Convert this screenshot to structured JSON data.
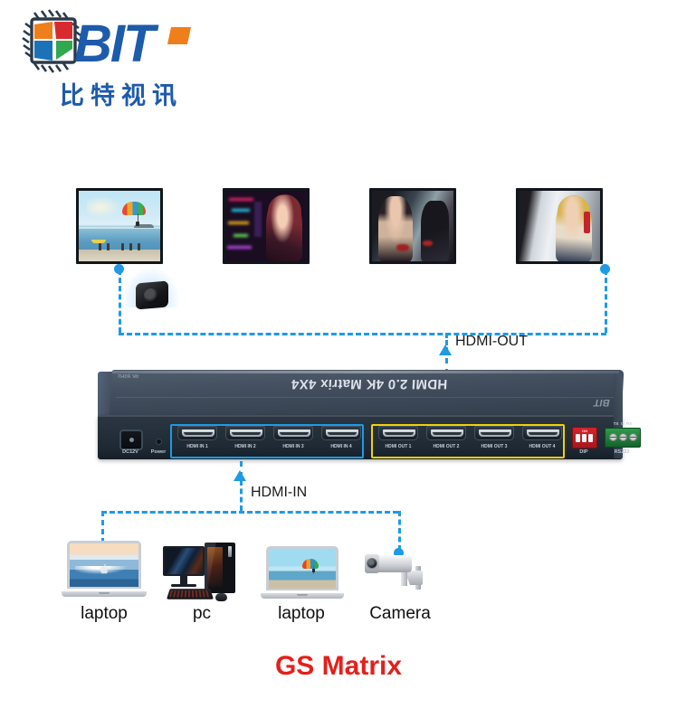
{
  "brand": {
    "logo_text": "BIT",
    "logo_chinese": "比特视讯",
    "chip_colors": [
      "#d8292f",
      "#ef7f1a",
      "#2fa84f",
      "#1d71b8"
    ],
    "accent_blue": "#1d5bab",
    "accent_orange": "#ef7f1a"
  },
  "title": "GS Matrix",
  "title_color": "#e4201b",
  "flow": {
    "out_label": "HDMI-OUT",
    "in_label": "HDMI-IN",
    "line_color": "#1e9ae6"
  },
  "displays": [
    {
      "name": "display-1",
      "scene": "beach-parasail"
    },
    {
      "name": "display-2",
      "scene": "neon-street-anime"
    },
    {
      "name": "display-3",
      "scene": "dark-anime-figure"
    },
    {
      "name": "display-4",
      "scene": "blonde-anime-figure"
    }
  ],
  "projector": {
    "name": "projector",
    "label": ""
  },
  "device": {
    "lid_title": "HDMI 2.0  4K Matrix 4X4",
    "lid_small": "4K 60Hz",
    "lid_logo": "BIT",
    "power": {
      "dc_label": "DC12V",
      "led_label": "Power"
    },
    "input_group": {
      "highlight_color": "#1e9ae6",
      "ports": [
        "HDMI IN 1",
        "HDMI IN 2",
        "HDMI IN 3",
        "HDMI IN 4"
      ]
    },
    "output_group": {
      "highlight_color": "#f2d008",
      "ports": [
        "HDMI OUT 1",
        "HDMI OUT 2",
        "HDMI OUT 3",
        "HDMI OUT 4"
      ]
    },
    "dip": {
      "label": "DIP",
      "on_text": "ON",
      "switches": [
        "1",
        "2",
        "3"
      ]
    },
    "rs232": {
      "label": "RS232",
      "pins": [
        "TX",
        "G",
        "RX"
      ]
    }
  },
  "sources": [
    {
      "name": "source-laptop-1",
      "label": "laptop",
      "type": "laptop"
    },
    {
      "name": "source-pc",
      "label": "pc",
      "type": "desktop"
    },
    {
      "name": "source-laptop-2",
      "label": "laptop",
      "type": "laptop"
    },
    {
      "name": "source-camera",
      "label": "Camera",
      "type": "cctv"
    }
  ]
}
